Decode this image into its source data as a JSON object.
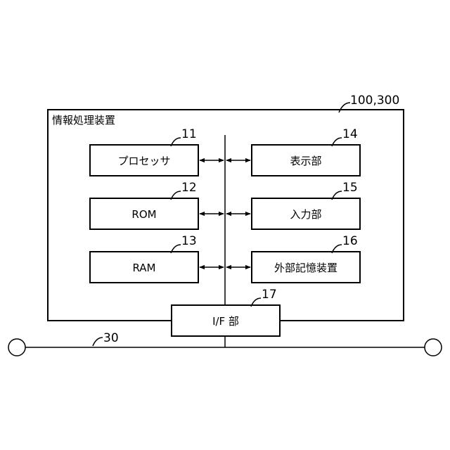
{
  "device": {
    "title": "情報処理装置",
    "ref": "100,300"
  },
  "blocks": [
    {
      "id": "processor",
      "ref": "11",
      "label": "プロセッサ"
    },
    {
      "id": "rom",
      "ref": "12",
      "label": "ROM"
    },
    {
      "id": "ram",
      "ref": "13",
      "label": "RAM"
    },
    {
      "id": "display",
      "ref": "14",
      "label": "表示部"
    },
    {
      "id": "input",
      "ref": "15",
      "label": "入力部"
    },
    {
      "id": "storage",
      "ref": "16",
      "label": "外部記憶装置"
    },
    {
      "id": "interface",
      "ref": "17",
      "label": "I/F 部"
    }
  ],
  "network": {
    "ref": "30"
  }
}
